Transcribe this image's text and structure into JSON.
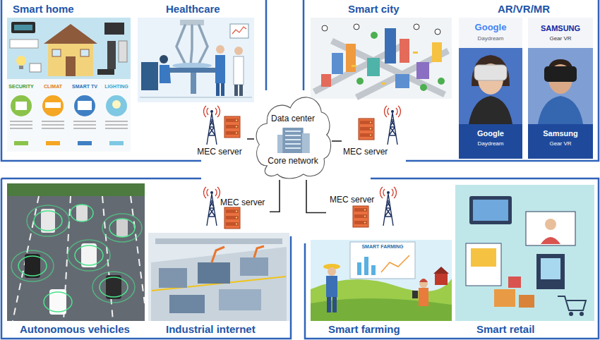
{
  "diagram": {
    "nodes": [
      {
        "text": [
          "Smart home"
        ]
      },
      {
        "text": [
          "Healthcare"
        ]
      },
      {
        "text": [
          "Smart city"
        ]
      },
      {
        "text": [
          "AR/VR/MR"
        ]
      },
      {
        "text": [
          "MEC server"
        ]
      },
      {
        "text": [
          "Data center",
          "Core network"
        ]
      },
      {
        "text": [
          "MEC server"
        ]
      },
      {
        "text": [
          "MEC server"
        ]
      },
      {
        "text": [
          "MEC server"
        ]
      },
      {
        "text": [
          "Autonomous vehicles"
        ]
      },
      {
        "text": [
          "Industrial internet"
        ]
      },
      {
        "text": [
          "Smart farming"
        ]
      },
      {
        "text": [
          "Smart retail"
        ]
      }
    ],
    "edges": [
      {
        "from": 5,
        "to": 4,
        "arrow": "none"
      },
      {
        "from": 5,
        "to": 6,
        "arrow": "none"
      },
      {
        "from": 5,
        "to": 7,
        "arrow": "none"
      },
      {
        "from": 5,
        "to": 8,
        "arrow": "none"
      }
    ],
    "labels": [
      "SECURITY",
      "CLIMAT",
      "SMART TV",
      "LIGHTING",
      "Google",
      "Daydream",
      "SAMSUNG",
      "Gear VR",
      "Google",
      "Daydream",
      "Samsung",
      "Gear VR",
      "SMART FARMING"
    ]
  }
}
